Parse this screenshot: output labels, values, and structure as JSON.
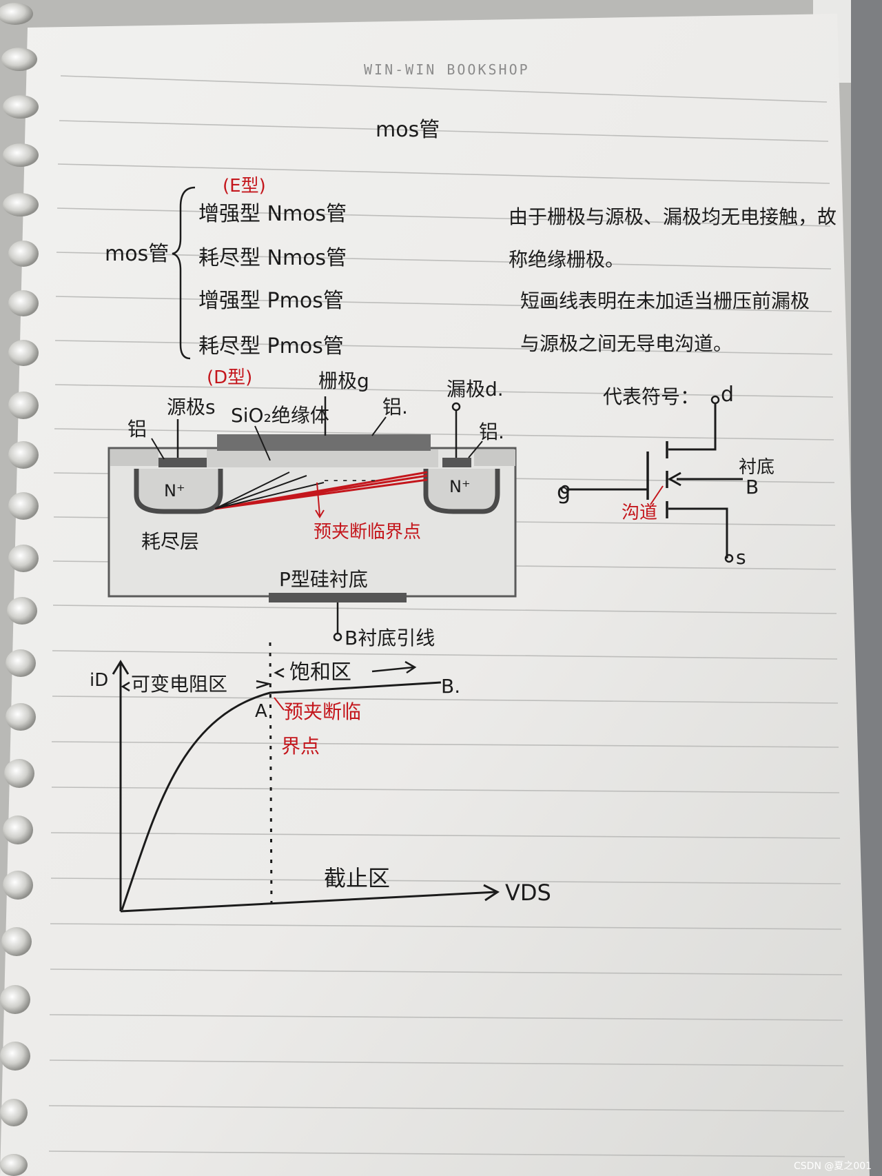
{
  "brand": "WIN-WIN BOOKSHOP",
  "title": "mos管",
  "classification": {
    "root": "mos管",
    "items": [
      "增强型 Nmos管",
      "耗尽型 Nmos管",
      "增强型 Pmos管",
      "耗尽型 Pmos管"
    ],
    "e_type": "(E型)",
    "d_type": "(D型)"
  },
  "notes": {
    "line1": "由于栅极与源极、漏极均无电接触，故",
    "line2": "称绝缘栅极。",
    "line3": "短画线表明在未加适当栅压前漏极",
    "line4": "与源极之间无导电沟道。"
  },
  "structure": {
    "aluminum_left": "铝",
    "source": "源极s",
    "sio2": "SiO₂绝缘体",
    "gate": "栅极g",
    "aluminum_top": "铝.",
    "drain": "漏极d.",
    "aluminum_right": "铝.",
    "nplus": "N⁺",
    "depletion": "耗尽层",
    "pinchoff": "预夹断临界点",
    "substrate": "P型硅衬底",
    "lead": "B衬底引线"
  },
  "symbol": {
    "title": "代表符号：",
    "d": "d",
    "g": "g",
    "s": "s",
    "b_label": "衬底",
    "b": "B",
    "channel": "沟道"
  },
  "curve": {
    "y_axis": "iD",
    "x_axis": "VDS",
    "region_left": "可变电阻区",
    "region_right": "饱和区",
    "endpoint": "B.",
    "point": "A",
    "critical_line1": "预夹断临",
    "critical_line2": "界点",
    "cutoff": "截止区"
  },
  "watermark": "CSDN @夏之001",
  "colors": {
    "ink": "#1b1b1b",
    "red_ink": "#c4161c",
    "paper": "#f3f3f1"
  }
}
